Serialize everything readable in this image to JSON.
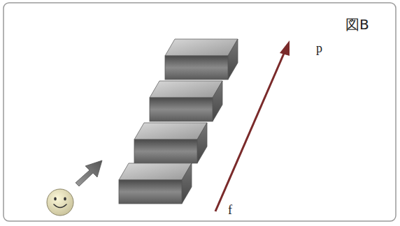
{
  "diagram": {
    "labels": [
      "図B",
      "p",
      "f"
    ]
  }
}
